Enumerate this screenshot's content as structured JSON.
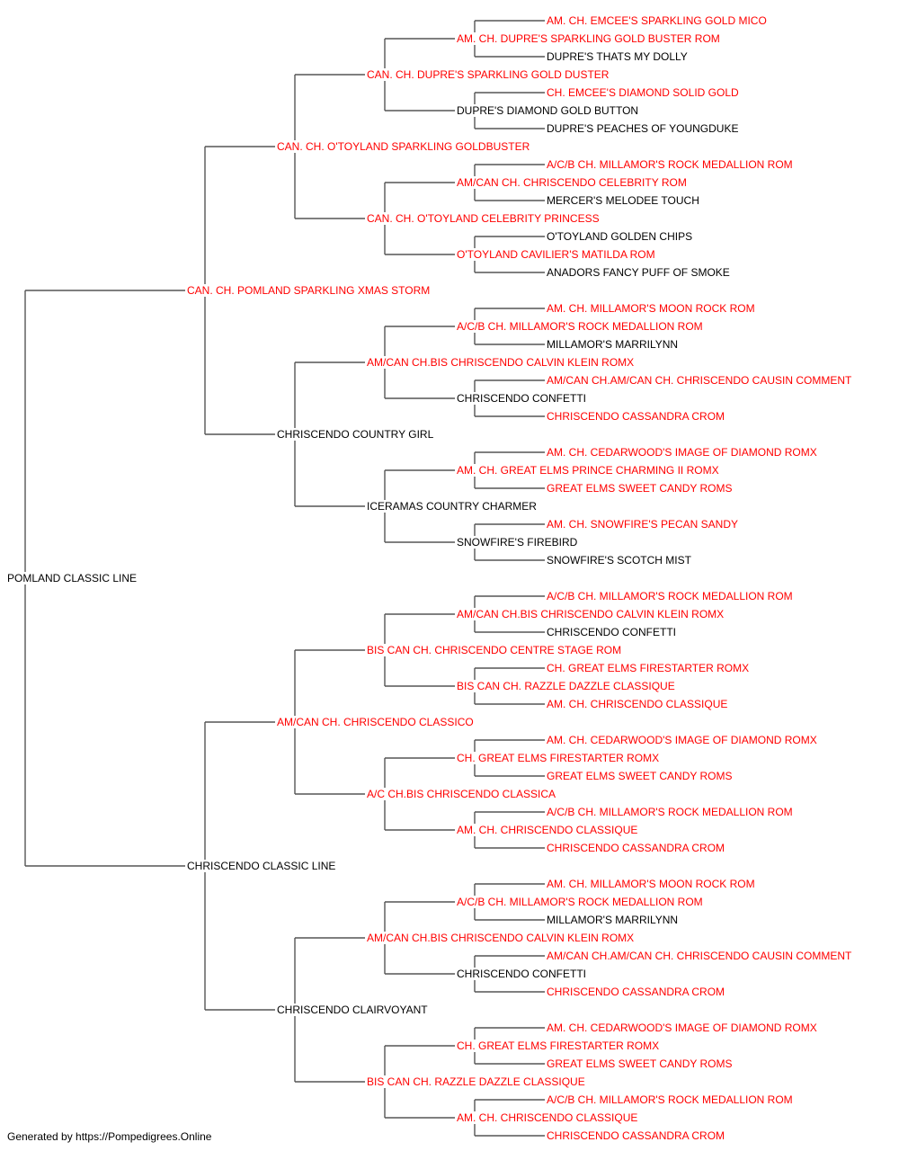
{
  "colors": {
    "champion": "#ff0000",
    "regular": "#000000",
    "line": "#555555"
  },
  "pedigree": {
    "name": "POMLAND CLASSIC LINE",
    "ch": false,
    "sire": {
      "name": "CAN. CH. POMLAND SPARKLING XMAS STORM",
      "ch": true,
      "sire": {
        "name": "CAN. CH. O'TOYLAND SPARKLING GOLDBUSTER",
        "ch": true,
        "sire": {
          "name": "CAN. CH. DUPRE'S SPARKLING GOLD DUSTER",
          "ch": true,
          "sire": {
            "name": "AM. CH. DUPRE'S SPARKLING GOLD BUSTER ROM",
            "ch": true,
            "sire": {
              "name": "AM. CH. EMCEE'S SPARKLING GOLD MICO",
              "ch": true
            },
            "dam": {
              "name": "DUPRE'S THATS MY DOLLY",
              "ch": false
            }
          },
          "dam": {
            "name": "DUPRE'S DIAMOND GOLD BUTTON",
            "ch": false,
            "sire": {
              "name": "CH. EMCEE'S DIAMOND SOLID GOLD",
              "ch": true
            },
            "dam": {
              "name": "DUPRE'S PEACHES OF YOUNGDUKE",
              "ch": false
            }
          }
        },
        "dam": {
          "name": "CAN. CH. O'TOYLAND CELEBRITY PRINCESS",
          "ch": true,
          "sire": {
            "name": "AM/CAN CH. CHRISCENDO CELEBRITY ROM",
            "ch": true,
            "sire": {
              "name": "A/C/B CH. MILLAMOR'S ROCK MEDALLION ROM",
              "ch": true
            },
            "dam": {
              "name": "MERCER'S MELODEE TOUCH",
              "ch": false
            }
          },
          "dam": {
            "name": "O'TOYLAND CAVILIER'S MATILDA ROM",
            "ch": true,
            "sire": {
              "name": "O'TOYLAND GOLDEN CHIPS",
              "ch": false
            },
            "dam": {
              "name": "ANADORS FANCY PUFF OF SMOKE",
              "ch": false
            }
          }
        }
      },
      "dam": {
        "name": "CHRISCENDO COUNTRY GIRL",
        "ch": false,
        "sire": {
          "name": "AM/CAN CH.BIS CHRISCENDO CALVIN KLEIN ROMX",
          "ch": true,
          "sire": {
            "name": "A/C/B CH. MILLAMOR'S ROCK MEDALLION ROM",
            "ch": true,
            "sire": {
              "name": "AM. CH. MILLAMOR'S MOON ROCK ROM",
              "ch": true
            },
            "dam": {
              "name": "MILLAMOR'S MARRILYNN",
              "ch": false
            }
          },
          "dam": {
            "name": "CHRISCENDO CONFETTI",
            "ch": false,
            "sire": {
              "name": "AM/CAN CH.AM/CAN CH. CHRISCENDO CAUSIN COMMENT",
              "ch": true
            },
            "dam": {
              "name": "CHRISCENDO CASSANDRA CROM",
              "ch": true
            }
          }
        },
        "dam": {
          "name": "ICERAMAS COUNTRY CHARMER",
          "ch": false,
          "sire": {
            "name": "AM. CH. GREAT ELMS PRINCE CHARMING II ROMX",
            "ch": true,
            "sire": {
              "name": "AM. CH. CEDARWOOD'S IMAGE OF DIAMOND ROMX",
              "ch": true
            },
            "dam": {
              "name": "GREAT ELMS SWEET CANDY ROMS",
              "ch": true
            }
          },
          "dam": {
            "name": "SNOWFIRE'S FIREBIRD",
            "ch": false,
            "sire": {
              "name": "AM. CH. SNOWFIRE'S PECAN SANDY",
              "ch": true
            },
            "dam": {
              "name": "SNOWFIRE'S SCOTCH MIST",
              "ch": false
            }
          }
        }
      }
    },
    "dam": {
      "name": "CHRISCENDO CLASSIC LINE",
      "ch": false,
      "sire": {
        "name": "AM/CAN CH. CHRISCENDO CLASSICO",
        "ch": true,
        "sire": {
          "name": "BIS CAN CH. CHRISCENDO CENTRE STAGE ROM",
          "ch": true,
          "sire": {
            "name": "AM/CAN CH.BIS CHRISCENDO CALVIN KLEIN ROMX",
            "ch": true,
            "sire": {
              "name": "A/C/B CH. MILLAMOR'S ROCK MEDALLION ROM",
              "ch": true
            },
            "dam": {
              "name": "CHRISCENDO CONFETTI",
              "ch": false
            }
          },
          "dam": {
            "name": "BIS CAN CH. RAZZLE DAZZLE CLASSIQUE",
            "ch": true,
            "sire": {
              "name": "CH. GREAT ELMS FIRESTARTER ROMX",
              "ch": true
            },
            "dam": {
              "name": "AM. CH. CHRISCENDO CLASSIQUE",
              "ch": true
            }
          }
        },
        "dam": {
          "name": "A/C CH.BIS CHRISCENDO CLASSICA",
          "ch": true,
          "sire": {
            "name": "CH. GREAT ELMS FIRESTARTER ROMX",
            "ch": true,
            "sire": {
              "name": "AM. CH. CEDARWOOD'S IMAGE OF DIAMOND ROMX",
              "ch": true
            },
            "dam": {
              "name": "GREAT ELMS SWEET CANDY ROMS",
              "ch": true
            }
          },
          "dam": {
            "name": "AM. CH. CHRISCENDO CLASSIQUE",
            "ch": true,
            "sire": {
              "name": "A/C/B CH. MILLAMOR'S ROCK MEDALLION ROM",
              "ch": true
            },
            "dam": {
              "name": "CHRISCENDO CASSANDRA CROM",
              "ch": true
            }
          }
        }
      },
      "dam": {
        "name": "CHRISCENDO CLAIRVOYANT",
        "ch": false,
        "sire": {
          "name": "AM/CAN CH.BIS CHRISCENDO CALVIN KLEIN ROMX",
          "ch": true,
          "sire": {
            "name": "A/C/B CH. MILLAMOR'S ROCK MEDALLION ROM",
            "ch": true,
            "sire": {
              "name": "AM. CH. MILLAMOR'S MOON ROCK ROM",
              "ch": true
            },
            "dam": {
              "name": "MILLAMOR'S MARRILYNN",
              "ch": false
            }
          },
          "dam": {
            "name": "CHRISCENDO CONFETTI",
            "ch": false,
            "sire": {
              "name": "AM/CAN CH.AM/CAN CH. CHRISCENDO CAUSIN COMMENT",
              "ch": true
            },
            "dam": {
              "name": "CHRISCENDO CASSANDRA CROM",
              "ch": true
            }
          }
        },
        "dam": {
          "name": "BIS CAN CH. RAZZLE DAZZLE CLASSIQUE",
          "ch": true,
          "sire": {
            "name": "CH. GREAT ELMS FIRESTARTER ROMX",
            "ch": true,
            "sire": {
              "name": "AM. CH. CEDARWOOD'S IMAGE OF DIAMOND ROMX",
              "ch": true
            },
            "dam": {
              "name": "GREAT ELMS SWEET CANDY ROMS",
              "ch": true
            }
          },
          "dam": {
            "name": "AM. CH. CHRISCENDO CLASSIQUE",
            "ch": true,
            "sire": {
              "name": "A/C/B CH. MILLAMOR'S ROCK MEDALLION ROM",
              "ch": true
            },
            "dam": {
              "name": "CHRISCENDO CASSANDRA CROM",
              "ch": true
            }
          }
        }
      }
    }
  },
  "footer": "Generated by https://Pompedigrees.Online"
}
